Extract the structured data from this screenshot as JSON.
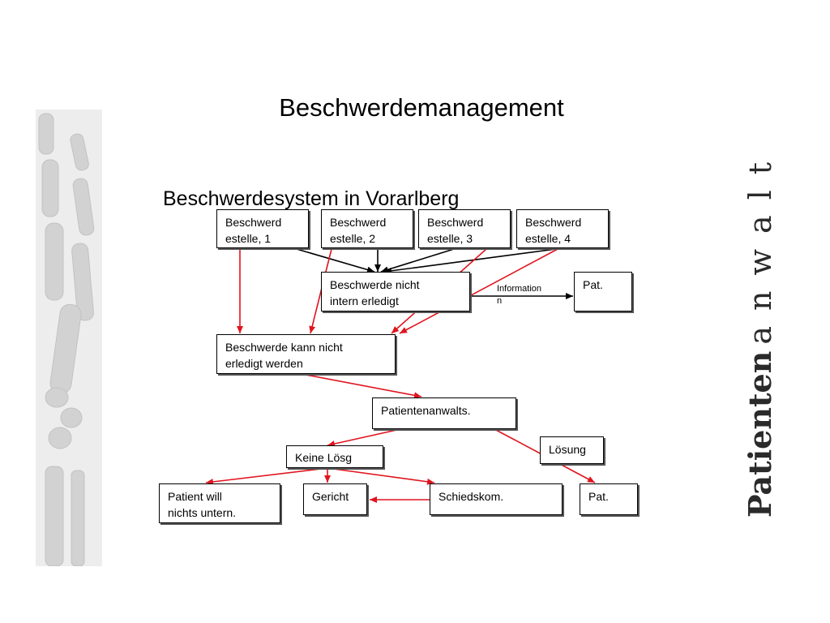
{
  "slide": {
    "title": "Beschwerdemanagement",
    "subtitle": "Beschwerdesystem in Vorarlberg"
  },
  "boxes": {
    "stelle1": "Beschwerd\nestelle, 1",
    "stelle2": "Beschwerd\nestelle, 2",
    "stelle3": "Beschwerd\nestelle, 3",
    "stelle4": "Beschwerd\nestelle, 4",
    "nicht_intern": "Beschwerde nicht\nintern erledigt",
    "pat_top": "Pat.",
    "kann_nicht": "Beschwerde kann nicht\nerledigt werden",
    "patientenanwalts": "Patientenanwalts.",
    "keine_loesg": "Keine Lösg",
    "loesung": "Lösung",
    "patient_will": "Patient will\nnichts untern.",
    "gericht": "Gericht",
    "schiedskom": "Schiedskom.",
    "pat_bottom": "Pat."
  },
  "edge_labels": {
    "informationen": "Information\nn"
  },
  "branding": {
    "text_bold": "Patienten",
    "text_light": "anwalt"
  },
  "colors": {
    "arrow_black": "#000000",
    "arrow_red": "#e0141e"
  }
}
